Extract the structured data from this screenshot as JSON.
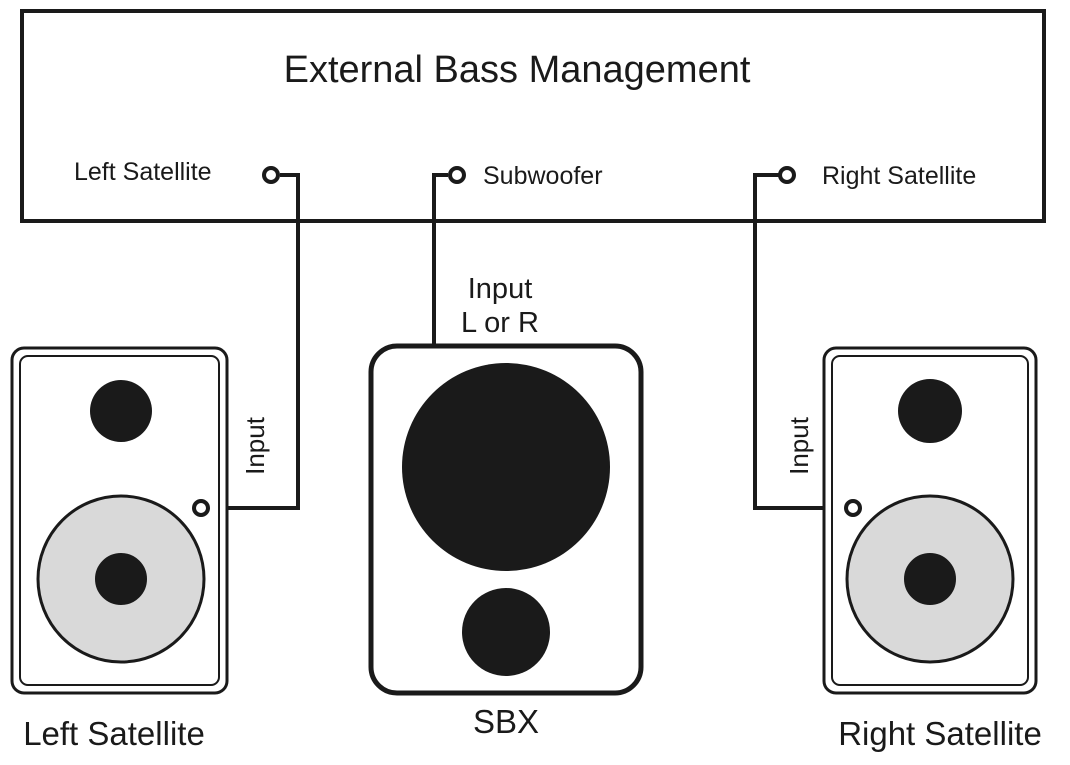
{
  "bass_box": {
    "title": "External Bass Management",
    "outputs": {
      "left": "Left Satellite",
      "sub": "Subwoofer",
      "right": "Right Satellite"
    }
  },
  "speakers": {
    "left": {
      "input_label": "Input",
      "name": "Left Satellite"
    },
    "center": {
      "input_line1": "Input",
      "input_line2": "L or R",
      "name": "SBX"
    },
    "right": {
      "input_label": "Input",
      "name": "Right Satellite"
    }
  },
  "colors": {
    "stroke": "#1a1a1a",
    "woofer_cone": "#d9d9d9"
  }
}
